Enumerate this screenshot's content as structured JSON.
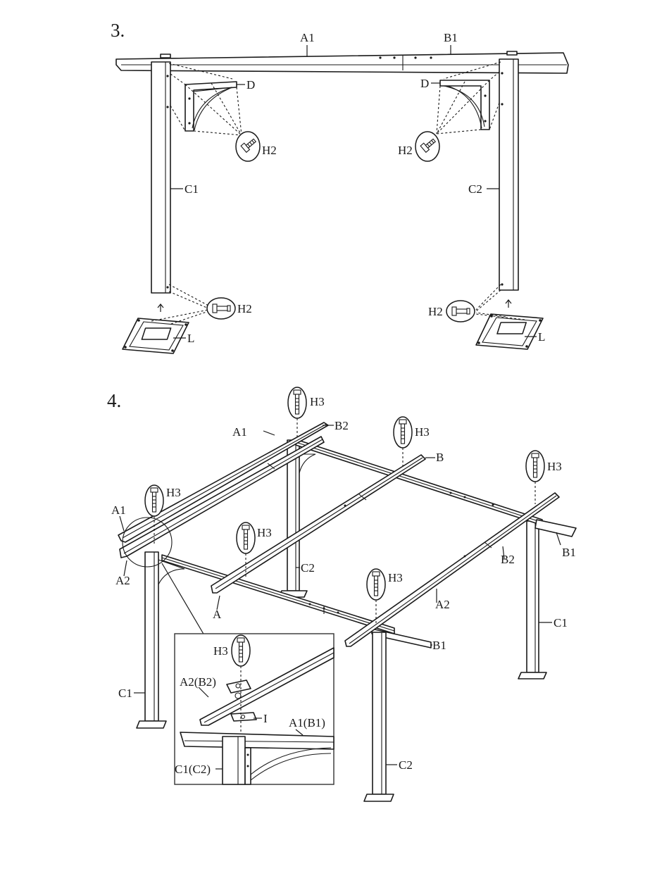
{
  "steps": [
    {
      "number": "3.",
      "labels": {
        "beam_left": "A1",
        "beam_right": "B1",
        "bracket_left": "D",
        "bracket_right": "D",
        "bolt_bracket_left": "H2",
        "bolt_bracket_right": "H2",
        "post_left": "C1",
        "post_right": "C2",
        "bolt_base_left": "H2",
        "bolt_base_right": "H2",
        "base_left": "L",
        "base_right": "L"
      }
    },
    {
      "number": "4.",
      "labels": {
        "h3_back": "H3",
        "a1_back": "A1",
        "b2_back": "B2",
        "h3_mid": "H3",
        "b_mid": "B",
        "h3_right": "H3",
        "h3_left": "H3",
        "a1_left": "A1",
        "a2_left": "A2",
        "h3_center": "H3",
        "c2_center": "C2",
        "a_front": "A",
        "b2_right": "B2",
        "b1_right": "B1",
        "h3_front": "H3",
        "a2_front": "A2",
        "c1_right": "C1",
        "b1_front": "B1",
        "c1_left": "C1",
        "c2_front": "C2"
      },
      "detail": {
        "h3": "H3",
        "a2b2": "A2(B2)",
        "i": "I",
        "a1b1": "A1(B1)",
        "c1c2": "C1(C2)"
      }
    }
  ]
}
